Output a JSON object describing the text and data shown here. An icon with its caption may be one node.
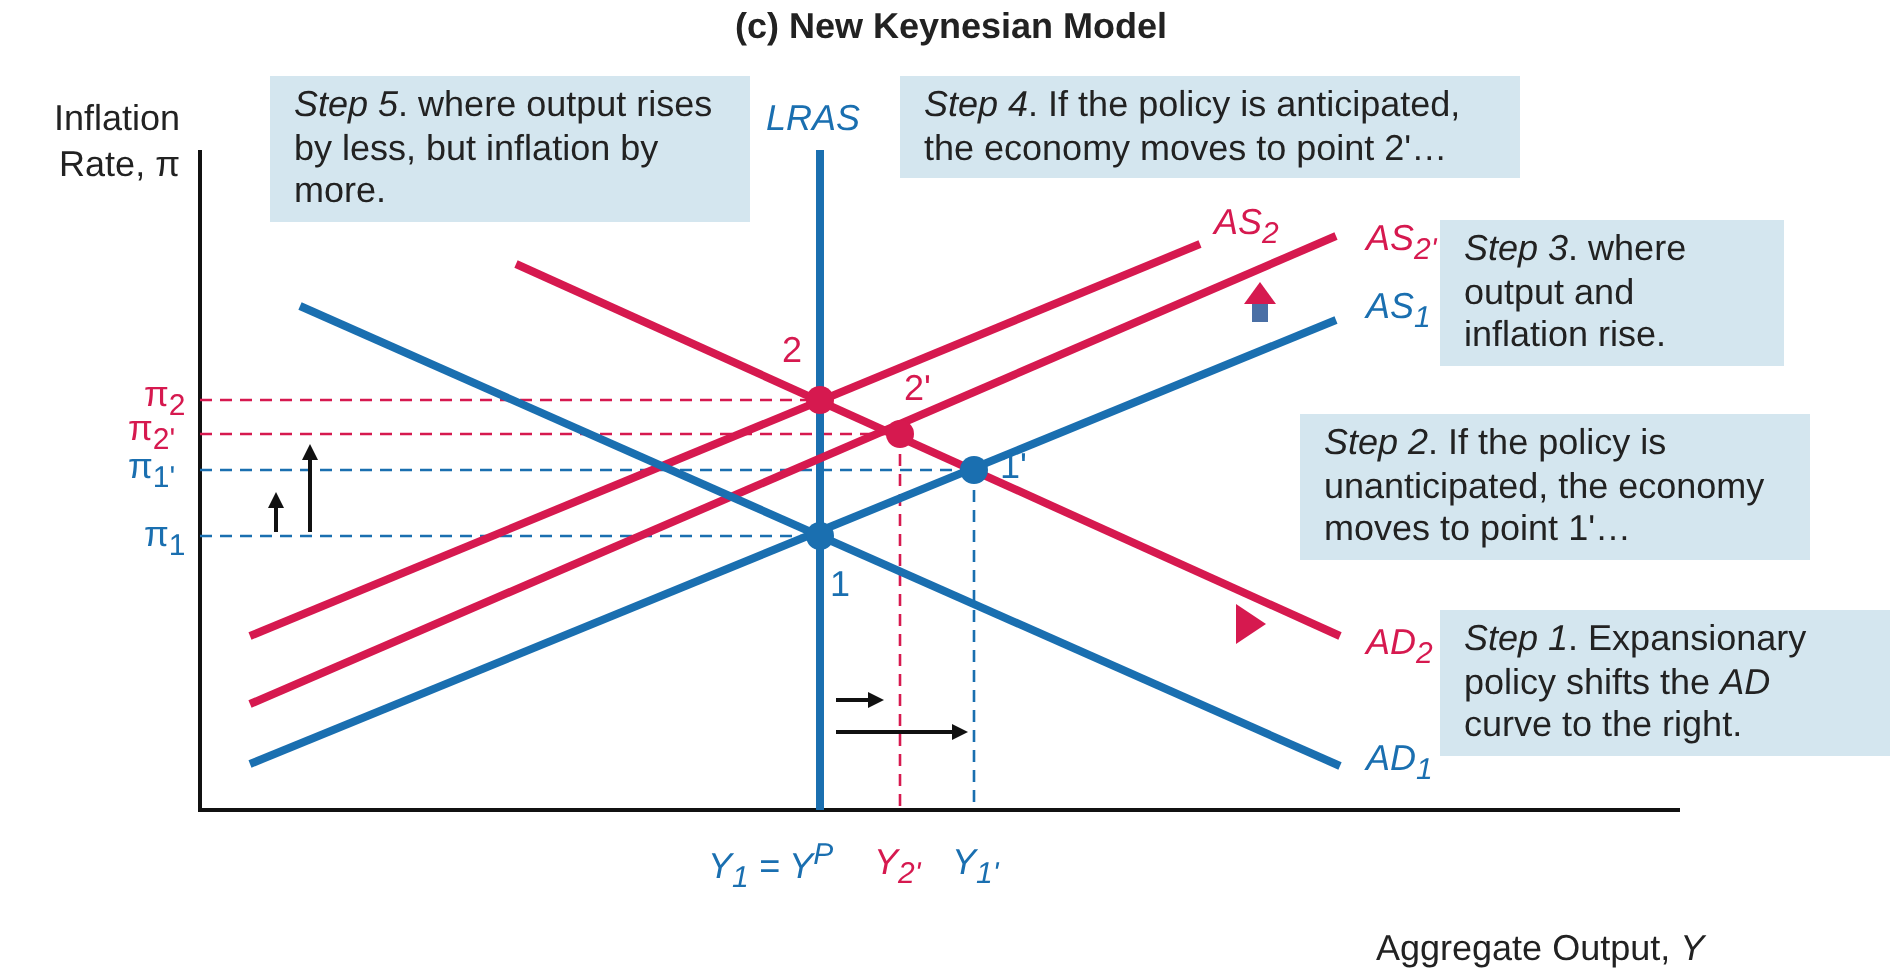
{
  "diagram": {
    "title": "(c) New Keynesian Model",
    "nodes": [
      {
        "text": [
          "*Step 5*. where output rises by less, but inflation by more."
        ]
      },
      {
        "text": [
          "*Step 4*. If the policy is anticipated, the economy moves to point 2'…"
        ]
      },
      {
        "text": [
          "*Step 3*. where output and inflation rise."
        ]
      },
      {
        "text": [
          "*Step 2*. If the policy is unanticipated, the economy moves to point 1'…"
        ]
      },
      {
        "text": [
          "*Step 1*. Expansionary policy shifts the *AD* curve to the right."
        ]
      }
    ],
    "labels": [
      "Inflation Rate, π",
      "LRAS",
      "AS$_{2}$",
      "AS$_{2'}$",
      "AS$_{1}$",
      "2",
      "2'",
      "1'",
      "1",
      "π$_{2}$",
      "π$_{2'}$",
      "π$_{1'}$",
      "π$_{1}$",
      "AD$_{2}$",
      "AD$_{1}$",
      "Y$_{1}$ = Y$^{P}$",
      "Y$_{2'}$",
      "Y$_{1'}$",
      "Aggregate Output, *Y*"
    ]
  }
}
